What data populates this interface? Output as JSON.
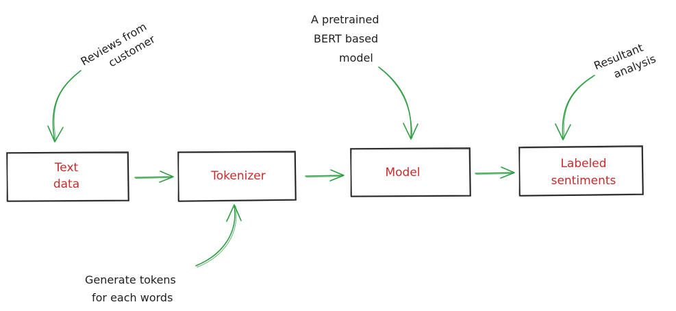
{
  "nodes": {
    "text_data": {
      "line1": "Text",
      "line2": "data"
    },
    "tokenizer": {
      "line1": "Tokenizer"
    },
    "model": {
      "line1": "Model"
    },
    "labeled_sentiments": {
      "line1": "Labeled",
      "line2": "sentiments"
    }
  },
  "notes": {
    "reviews": {
      "line1": "Reviews from",
      "line2": "customer"
    },
    "pretrained": {
      "line1": "A pretrained",
      "line2": "BERT based",
      "line3": "model"
    },
    "resultant": {
      "line1": "Resultant",
      "line2": "analysis"
    },
    "generate": {
      "line1": "Generate tokens",
      "line2": "for each words"
    }
  },
  "colors": {
    "box_stroke": "#1e1e1e",
    "box_label": "#c92a2a",
    "arrow": "#2f9e44",
    "note_text": "#1e1e1e"
  }
}
